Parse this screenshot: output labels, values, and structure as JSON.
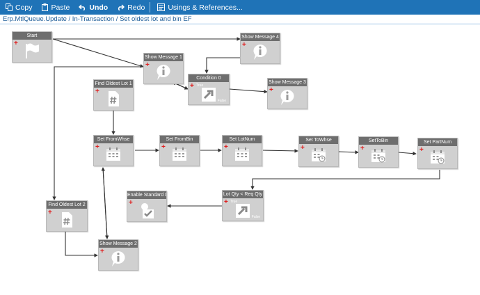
{
  "toolbar": {
    "copy": "Copy",
    "paste": "Paste",
    "undo": "Undo",
    "redo": "Redo",
    "usings": "Usings & References..."
  },
  "breadcrumb": "Erp.MtlQueue.Update / In-Transaction / Set oldest lot and bin EF",
  "nodes": {
    "start": {
      "title": "Start",
      "icon": "flag-icon"
    },
    "show_message_4": {
      "title": "Show Message 4",
      "icon": "message-icon"
    },
    "show_message_1": {
      "title": "Show Message 1",
      "icon": "message-icon"
    },
    "condition_0": {
      "title": "Condition 0",
      "icon": "condition-icon",
      "true_label": "True",
      "false_label": "False"
    },
    "show_message_3": {
      "title": "Show Message 3",
      "icon": "message-icon"
    },
    "find_oldest_lot_1": {
      "title": "Find Oldest Lot 1",
      "icon": "code-icon"
    },
    "set_fromwhse": {
      "title": "Set FromWhse",
      "icon": "calendar-icon"
    },
    "set_frombin": {
      "title": "Set FromBin",
      "icon": "calendar-icon"
    },
    "set_lotnum": {
      "title": "Set LotNum",
      "icon": "calendar-icon"
    },
    "set_towhse": {
      "title": "Set ToWhse",
      "icon": "calendar-icon"
    },
    "settobin": {
      "title": "SetToBin",
      "icon": "calendar-icon"
    },
    "set_partnum": {
      "title": "Set PartNum",
      "icon": "calendar-icon"
    },
    "enable_standard_d": {
      "title": "Enable Standard D",
      "icon": "checkbox-icon"
    },
    "lot_qty_req_qty": {
      "title": "Lot Qty < Req Qty",
      "icon": "condition-icon",
      "true_label": "True",
      "false_label": "False"
    },
    "find_oldest_lot_2": {
      "title": "Find Oldest Lot 2",
      "icon": "code-icon"
    },
    "show_message_2": {
      "title": "Show Message 2",
      "icon": "message-icon"
    }
  },
  "colors": {
    "toolbar": "#1f73b7",
    "node_body": "#d0d0d0",
    "node_header": "#6e6e6e",
    "add_marker": "#e02020",
    "connector": "#333333"
  }
}
